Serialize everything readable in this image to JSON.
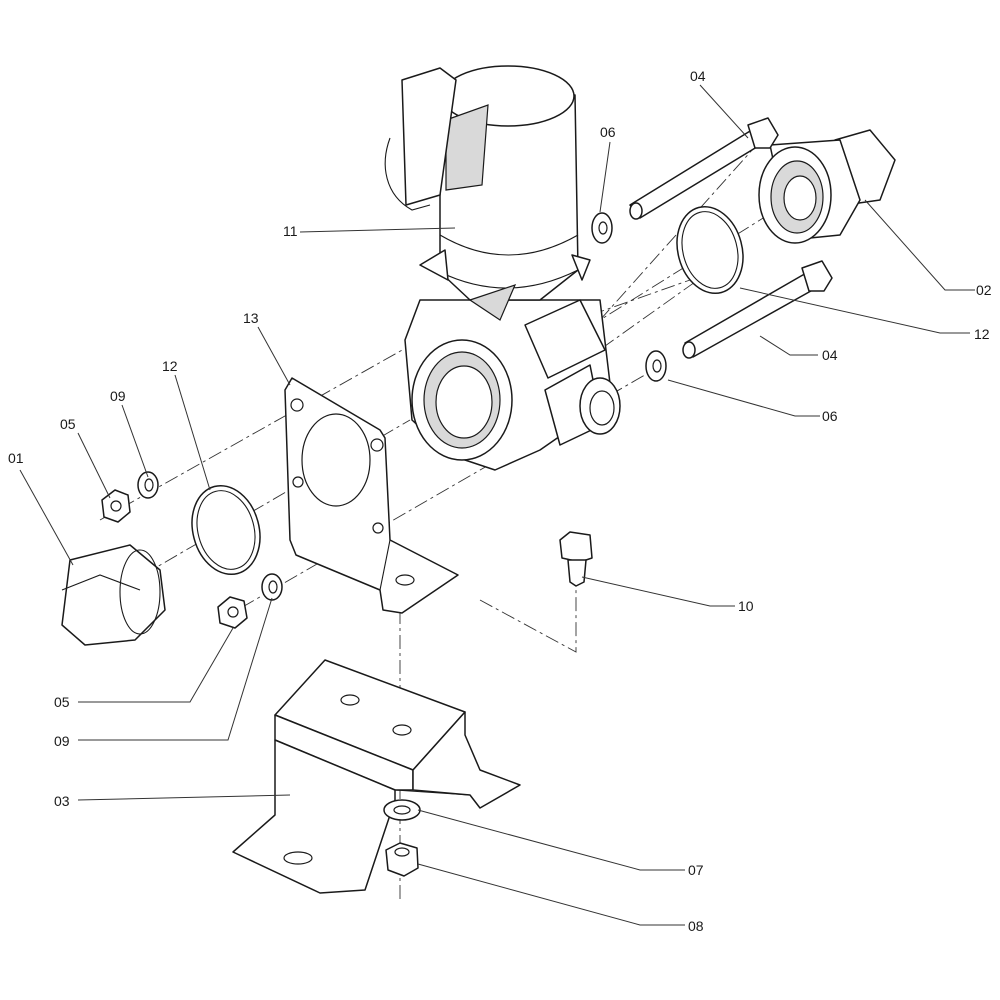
{
  "callouts": {
    "c01": "01",
    "c02": "02",
    "c03": "03",
    "c04a": "04",
    "c04b": "04",
    "c05a": "05",
    "c05b": "05",
    "c06a": "06",
    "c06b": "06",
    "c07": "07",
    "c08": "08",
    "c09a": "09",
    "c09b": "09",
    "c10": "10",
    "c11": "11",
    "c12a": "12",
    "c12b": "12",
    "c13": "13"
  }
}
